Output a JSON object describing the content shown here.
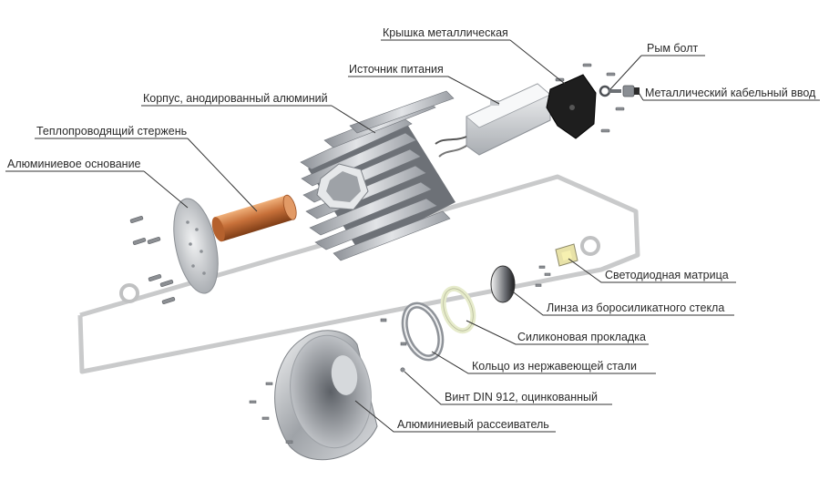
{
  "title": "Разнесённая схема светодиодного светильника",
  "labels": {
    "cover": "Крышка металлическая",
    "eyebolt": "Рым болт",
    "cable_gland": "Металлический кабельный ввод",
    "power_supply": "Источник питания",
    "housing": "Корпус, анодированный алюминий",
    "heat_rod": "Теплопроводящий стержень",
    "base": "Алюминиевое основание",
    "led_matrix": "Светодиодная матрица",
    "lens": "Линза из боросиликатного стекла",
    "gasket": "Силиконовая прокладка",
    "ring": "Кольцо из нержавеющей стали",
    "screw": "Винт DIN 912, оцинкованный",
    "reflector": "Алюминиевый рассеиватель"
  },
  "colors": {
    "circuit": "#c9cacb",
    "copper": "#c8713a",
    "aluminum": "#b8bcc0",
    "cover": "#1e1e1e",
    "led": "#f2e8a0",
    "gasket": "#e8ecd0"
  }
}
